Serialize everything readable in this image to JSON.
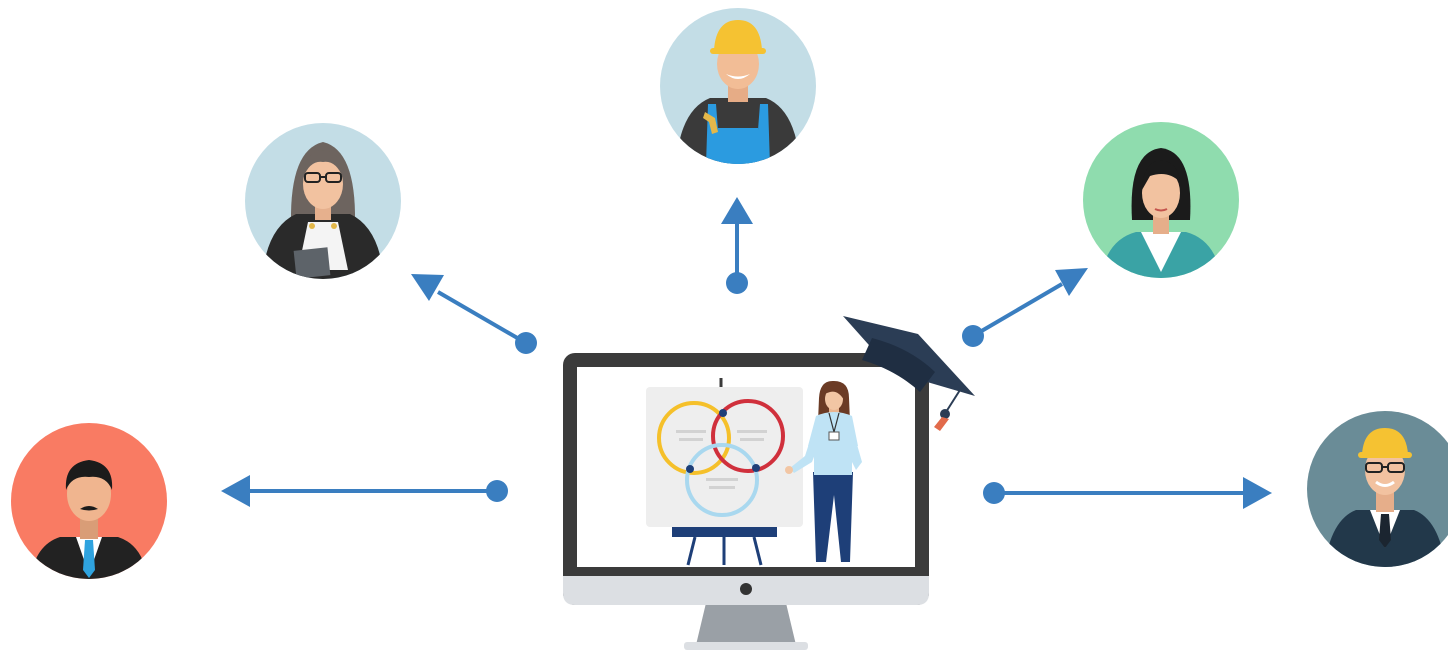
{
  "colors": {
    "background": "#ffffff",
    "arrow": "#3a7ec0",
    "monitor_frame": "#3b3b3b",
    "monitor_chin": "#dcdfe3",
    "monitor_stand": "#9aa0a6",
    "screen": "#ffffff",
    "whiteboard": "#eeeeee",
    "venn_yellow": "#f5c02a",
    "venn_red": "#d0303c",
    "venn_light_blue": "#a9d8ef",
    "easel": "#1e3f78",
    "grad_cap": "#2b3d55",
    "tassel": "#e26b4b"
  },
  "center": {
    "device": "desktop-monitor",
    "scene": "presenter-at-whiteboard",
    "whiteboard_diagram": "three-circle-venn",
    "accessory": "graduation-cap-icon"
  },
  "connector_style": "dot-to-arrowhead",
  "audiences": [
    {
      "id": "businessman",
      "icon": "businessman-icon",
      "circle_color": "#f97b63",
      "direction": "left"
    },
    {
      "id": "judge",
      "icon": "judge-woman-icon",
      "circle_color": "#c3dde6",
      "direction": "upper-left"
    },
    {
      "id": "worker",
      "icon": "construction-worker-icon",
      "circle_color": "#c3dde6",
      "direction": "up"
    },
    {
      "id": "woman",
      "icon": "businesswoman-icon",
      "circle_color": "#8fdcae",
      "direction": "upper-right"
    },
    {
      "id": "engineer",
      "icon": "engineer-manager-icon",
      "circle_color": "#6a8c97",
      "direction": "right"
    }
  ]
}
